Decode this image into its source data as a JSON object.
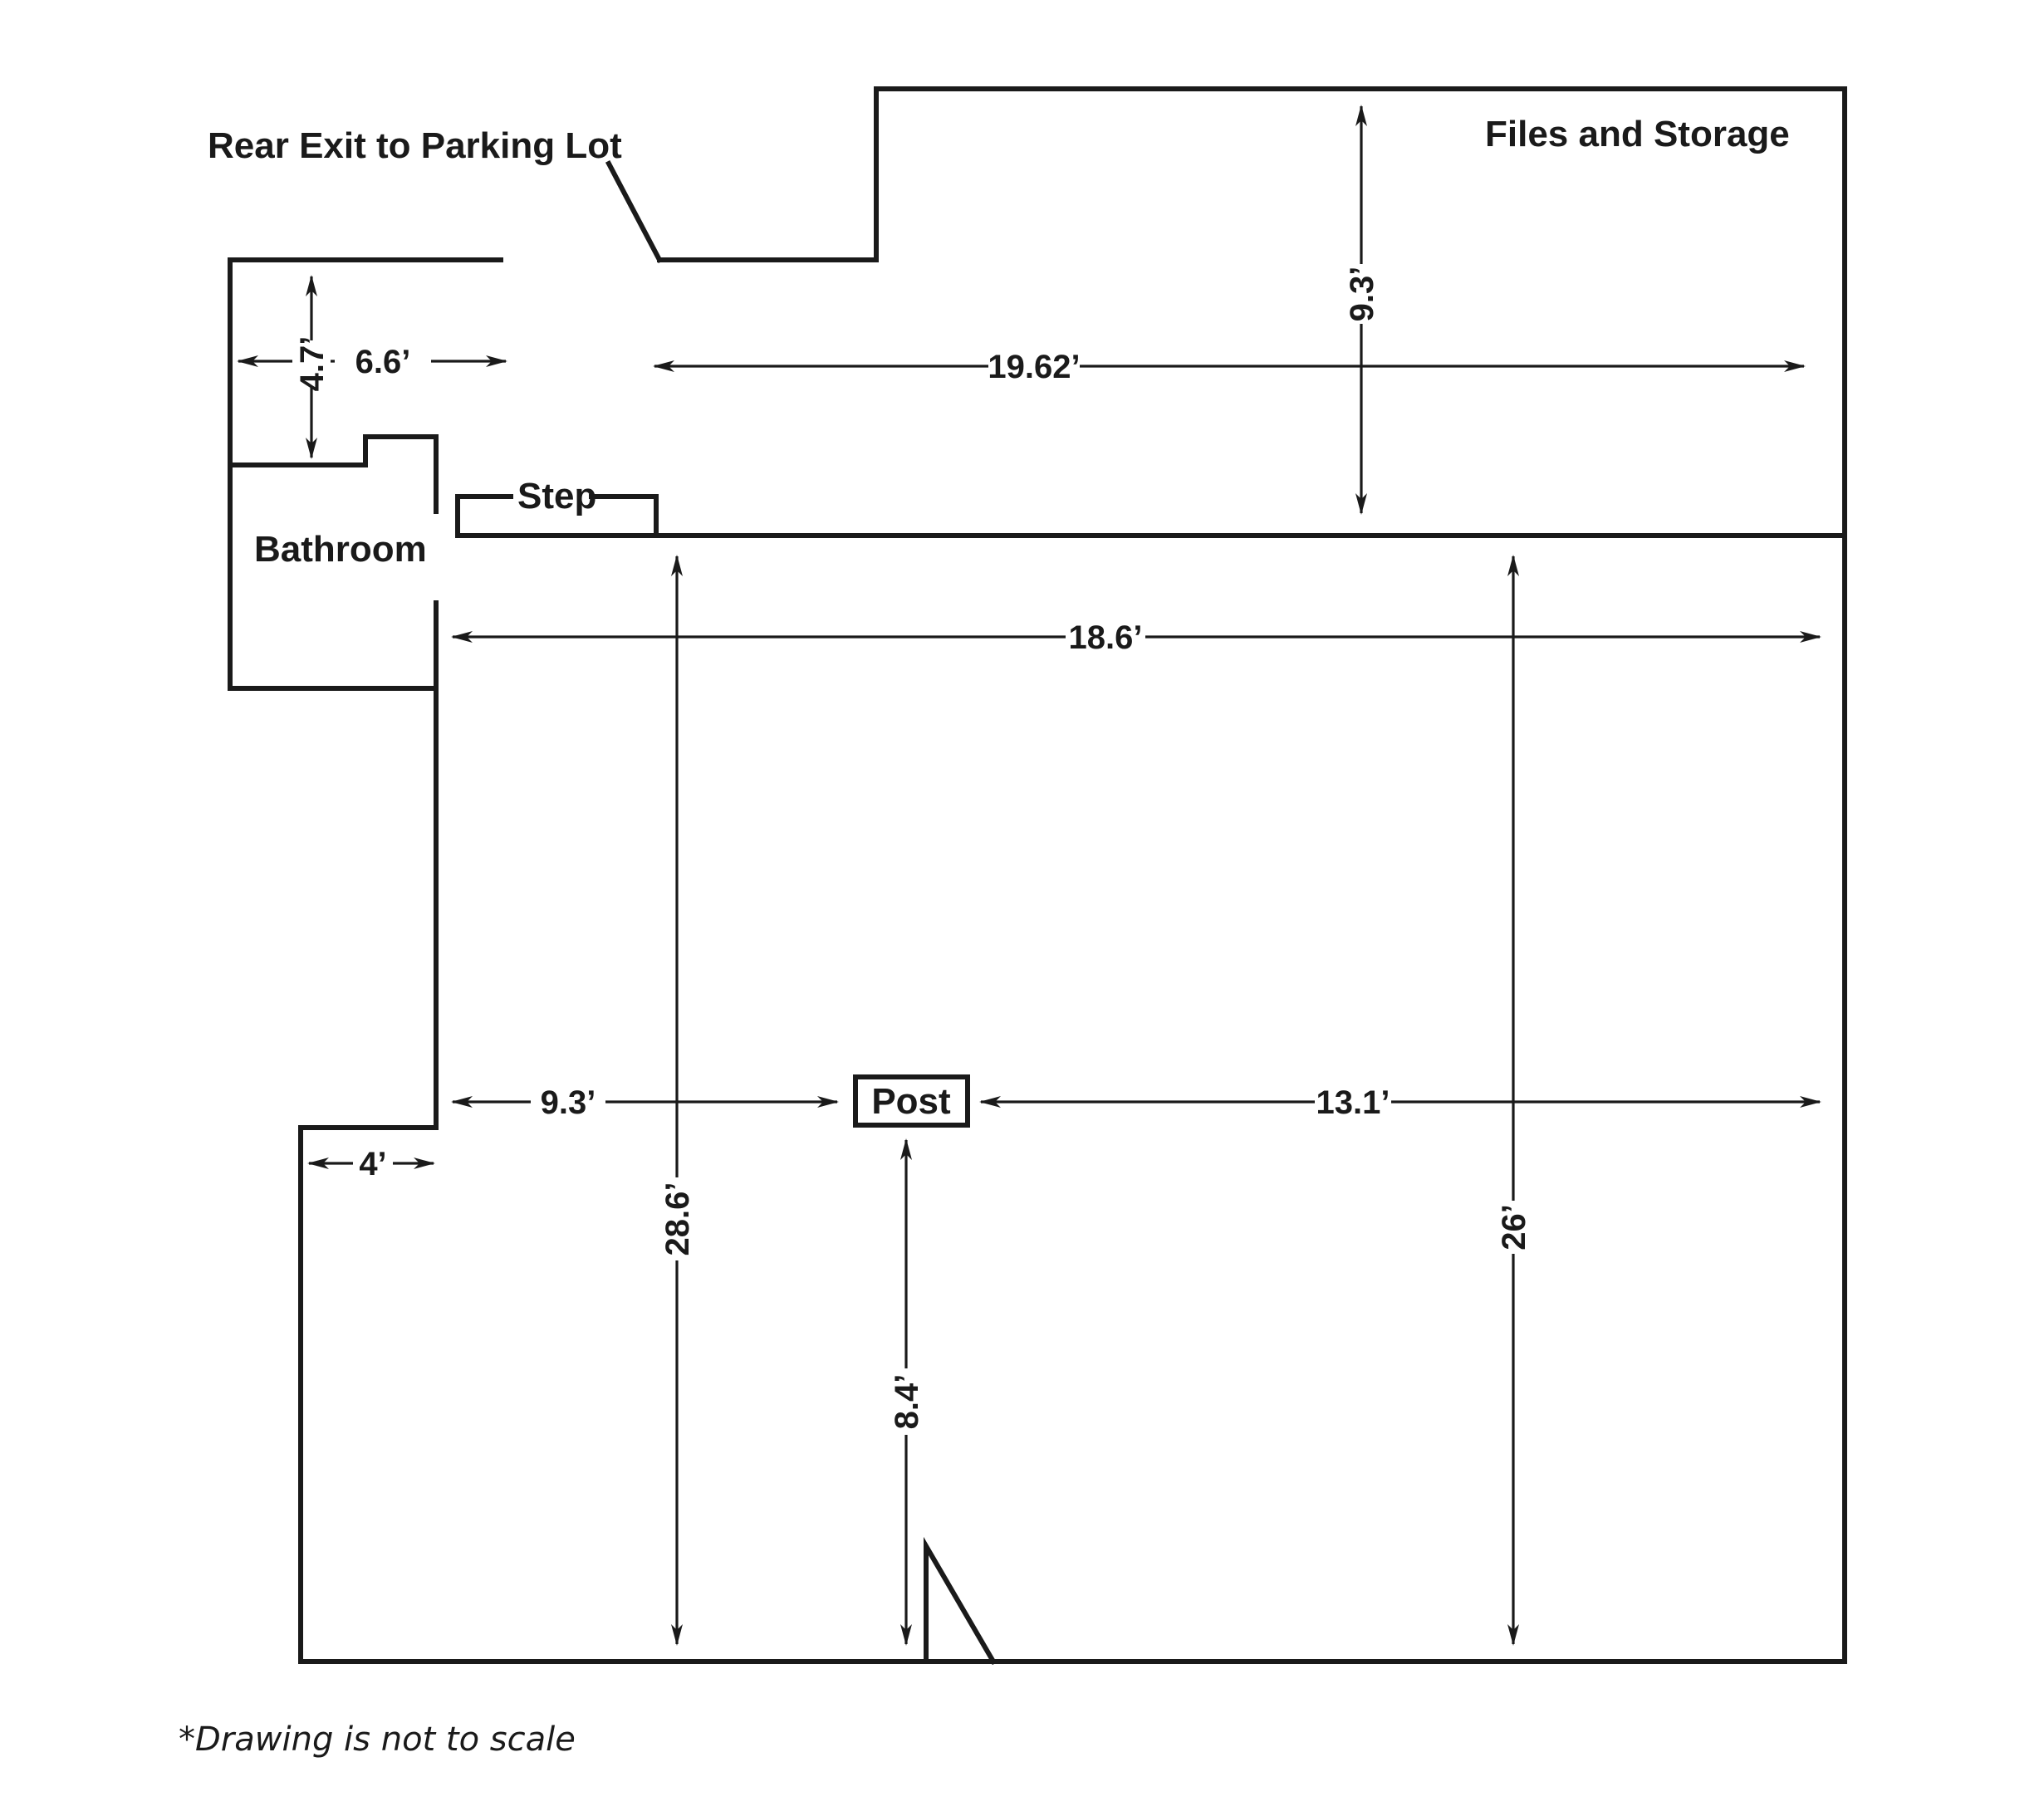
{
  "labels": {
    "rear_exit": "Rear Exit to Parking Lot",
    "files_storage": "Files and Storage",
    "bathroom": "Bathroom",
    "step": "Step",
    "post": "Post",
    "note": "*Drawing is not to scale"
  },
  "dimensions": {
    "hall_height": "4.7’",
    "hall_width": "6.6’",
    "storage_width": "19.62’",
    "storage_height": "9.3’",
    "main_width": "18.6’",
    "left_to_post": "9.3’",
    "post_to_right": "13.1’",
    "entry_offset": "4’",
    "main_left_height": "28.6’",
    "post_to_front": "8.4’",
    "main_right_height": "26’"
  }
}
